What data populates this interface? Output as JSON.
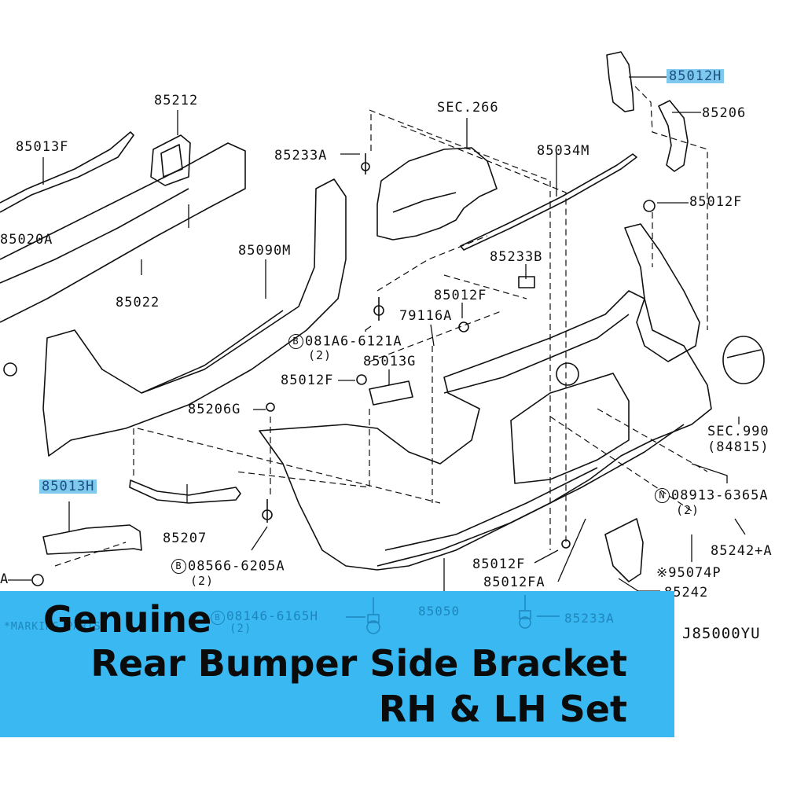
{
  "banner": {
    "line1": "Genuine",
    "line2": "Rear Bumper Side Bracket",
    "line3": "RH & LH Set",
    "background_color": "#39b8f1"
  },
  "diagram_code": "J85000YU",
  "highlight_color": "#7fc9ec",
  "labels": {
    "p85212": "85212",
    "p85013F": "85013F",
    "p85020A": "85020A",
    "p85022": "85022",
    "p85090M": "85090M",
    "p85233A_top": "85233A",
    "sec266": "SEC.266",
    "p85034M": "85034M",
    "p85012H": "85012H",
    "p85206": "85206",
    "p85012F_top": "85012F",
    "p85233B": "85233B",
    "p85012F_mid": "85012F",
    "p79116A": "79116A",
    "b081A6_prefix": "B",
    "b081A6": "081A6-6121A",
    "b081A6_qty": "(2)",
    "p85013G": "85013G",
    "p85012F_left": "85012F",
    "p85206G": "85206G",
    "p85013H": "85013H",
    "p85207": "85207",
    "b08566_prefix": "B",
    "b08566": "08566-6205A",
    "b08566_qty": "(2)",
    "sec990": "SEC.990",
    "sec990_sub": "(84815)",
    "n08913_prefix": "N",
    "n08913": "08913-6365A",
    "n08913_qty": "(2)",
    "p85242A": "85242+A",
    "p95074P": "※95074P",
    "p85242": "85242",
    "p85012F_bottom": "85012F",
    "p85012FA": "85012FA",
    "p85050": "85050",
    "p85233A_bottom": "85233A",
    "b08146_prefix": "B",
    "b08146": "08146-6165H",
    "b08146_qty": "(2)",
    "marking_note": "*MARKING PARTS",
    "left_edge_a": "A"
  }
}
